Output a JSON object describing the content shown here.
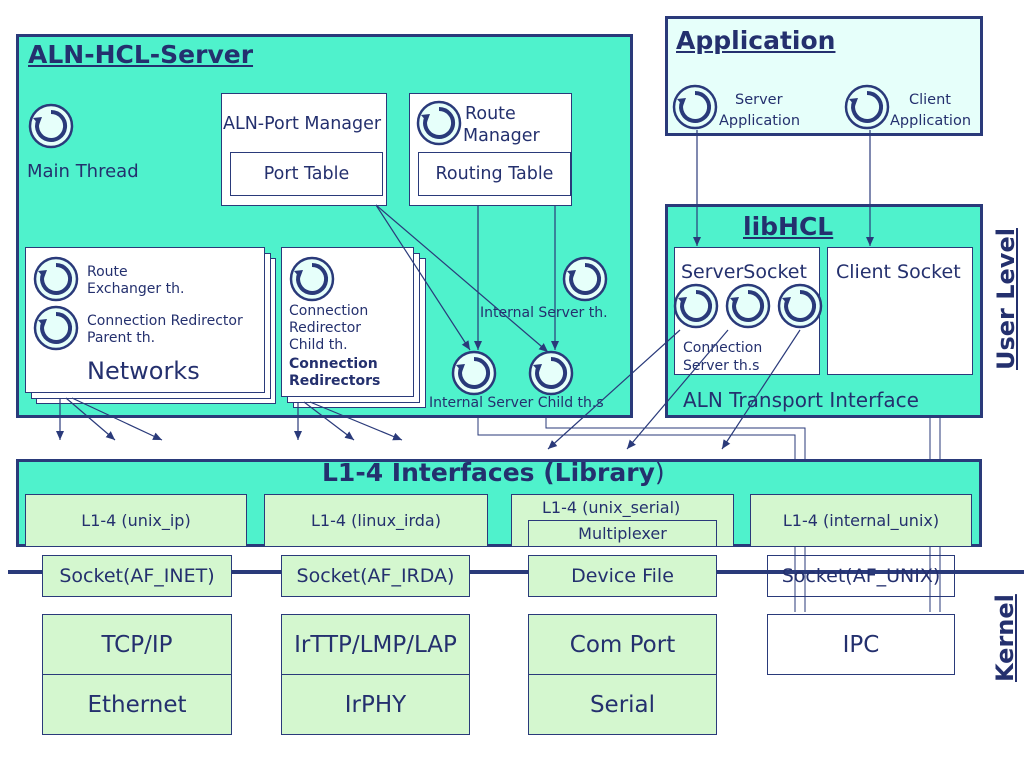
{
  "server": {
    "title": "ALN-HCL-Server",
    "main_thread": "Main Thread",
    "port_manager": {
      "title": "ALN-Port Manager",
      "table": "Port Table"
    },
    "route_manager": {
      "title_line1": "Route",
      "title_line2": "Manager",
      "table": "Routing Table"
    },
    "networks": {
      "route_exchanger_l1": "Route",
      "route_exchanger_l2": "Exchanger th.",
      "conn_redirector_l1": "Connection Redirector",
      "conn_redirector_l2": "Parent th.",
      "label": "Networks"
    },
    "redirectors": {
      "l1": "Connection",
      "l2": "Redirector",
      "l3": "Child th.",
      "bold1": "Connection",
      "bold2": "Redirectors"
    },
    "internal_server": "Internal Server th.",
    "internal_server_child": "Internal Server Child th.s"
  },
  "application": {
    "title": "Application",
    "server_app_l1": "Server",
    "server_app_l2": "Application",
    "client_app_l1": "Client",
    "client_app_l2": "Application"
  },
  "libhcl": {
    "title": "libHCL",
    "server_socket": "ServerSocket",
    "client_socket": "Client Socket",
    "conn_server_l1": "Connection",
    "conn_server_l2": "Server th.s",
    "transport": "ALN Transport Interface"
  },
  "side_labels": {
    "user_level": "User Level",
    "kernel": "Kernel"
  },
  "interfaces": {
    "title_bold": "L1-4 Interfaces (Library",
    "title_close": ")",
    "items": [
      "L1-4 (unix_ip)",
      "L1-4 (linux_irda)",
      "L1-4 (unix_serial)",
      "L1-4 (internal_unix)"
    ],
    "multiplexer": "Multiplexer"
  },
  "sockets": [
    "Socket(AF_INET)",
    "Socket(AF_IRDA)",
    "Device File",
    "Socket(AF_UNIX)"
  ],
  "stacks": [
    {
      "top": "TCP/IP",
      "bottom": "Ethernet"
    },
    {
      "top": "IrTTP/LMP/LAP",
      "bottom": "IrPHY"
    },
    {
      "top": "Com Port",
      "bottom": "Serial"
    },
    {
      "top": "IPC",
      "bottom": ""
    }
  ],
  "colors": {
    "box_fill": "#4ff2cc",
    "pale_fill": "#e6fffa",
    "kernel_fill": "#d4f7cf",
    "ink": "#2a3a7a"
  },
  "icons": [
    "thread-cycle-icon"
  ]
}
